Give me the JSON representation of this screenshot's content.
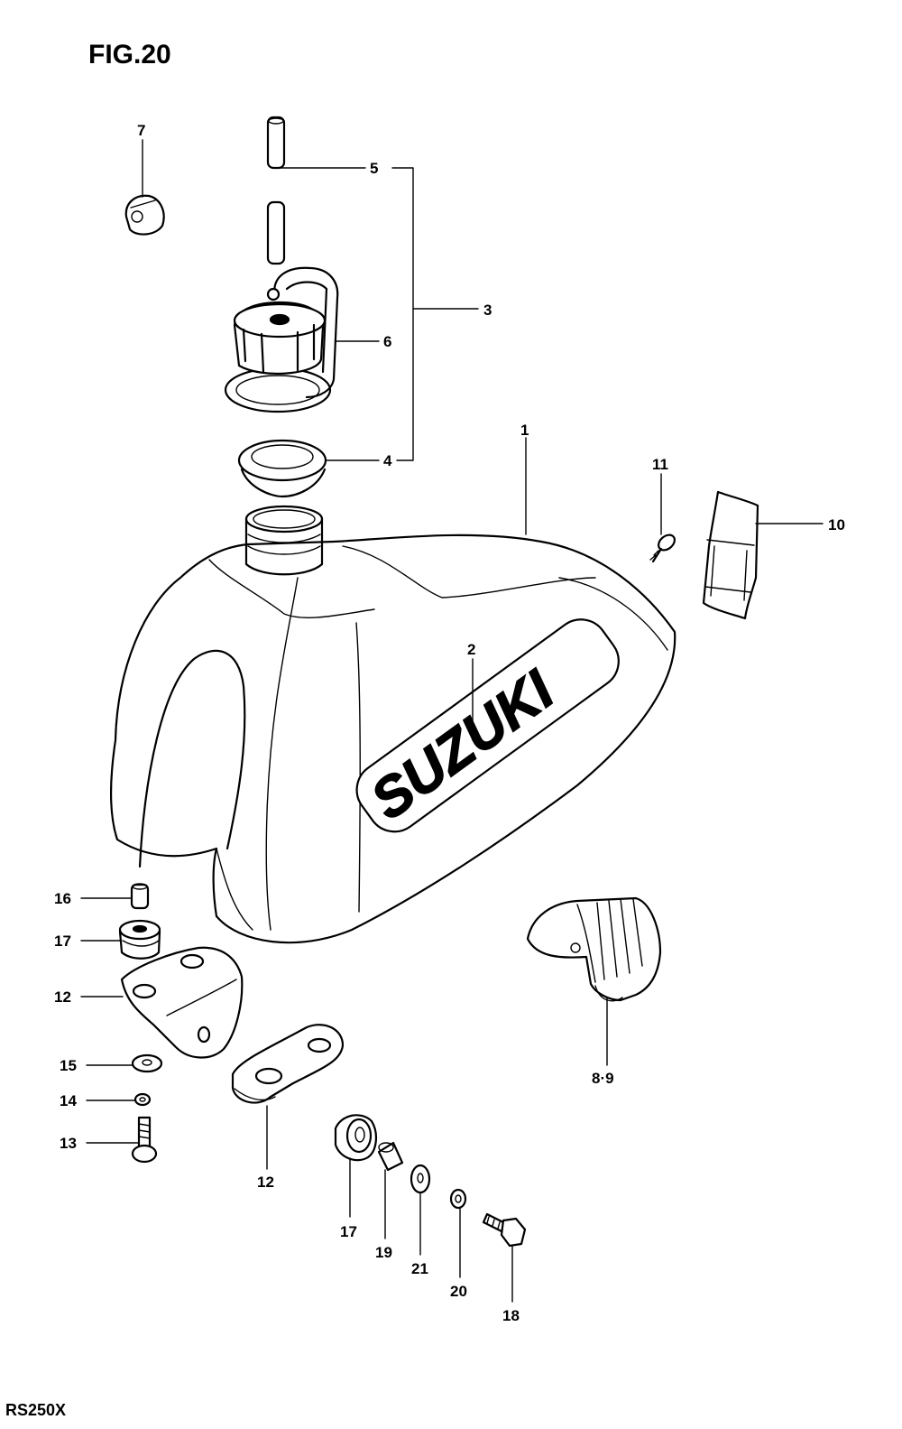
{
  "figure": {
    "title": "FIG.20",
    "model": "RS250X"
  },
  "tank_logo": "SUZUKI",
  "callouts": [
    {
      "id": "c1",
      "text": "1"
    },
    {
      "id": "c2",
      "text": "2"
    },
    {
      "id": "c3",
      "text": "3"
    },
    {
      "id": "c4",
      "text": "4"
    },
    {
      "id": "c5",
      "text": "5"
    },
    {
      "id": "c6",
      "text": "6"
    },
    {
      "id": "c7",
      "text": "7"
    },
    {
      "id": "c8",
      "text": "8·9"
    },
    {
      "id": "c10",
      "text": "10"
    },
    {
      "id": "c11",
      "text": "11"
    },
    {
      "id": "c12a",
      "text": "12"
    },
    {
      "id": "c12b",
      "text": "12"
    },
    {
      "id": "c13",
      "text": "13"
    },
    {
      "id": "c14",
      "text": "14"
    },
    {
      "id": "c15",
      "text": "15"
    },
    {
      "id": "c16",
      "text": "16"
    },
    {
      "id": "c17a",
      "text": "17"
    },
    {
      "id": "c17b",
      "text": "17"
    },
    {
      "id": "c18",
      "text": "18"
    },
    {
      "id": "c19",
      "text": "19"
    },
    {
      "id": "c20",
      "text": "20"
    },
    {
      "id": "c21",
      "text": "21"
    }
  ]
}
